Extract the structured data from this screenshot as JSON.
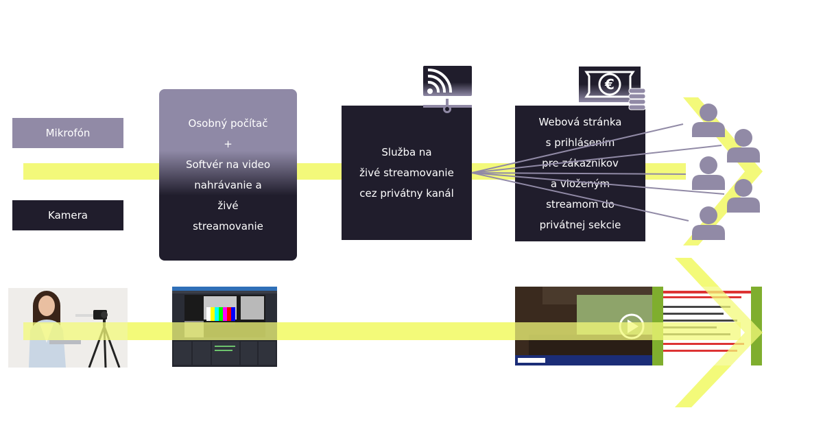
{
  "boxes": {
    "mic": "Mikrofón",
    "camera": "Kamera",
    "pc": [
      "Osobný počítač",
      "+",
      "Softvér na video",
      "nahrávanie a",
      "živé",
      "streamovanie"
    ],
    "stream": [
      "Služba na",
      "živé streamovanie",
      "cez privátny kanál"
    ],
    "web": [
      "Webová stránka",
      "s prihlásením",
      "pre zákazníkov",
      "a vloženým",
      "streamom do",
      "privátnej sekcie"
    ]
  },
  "icons": {
    "rss": "rss-feed-icon",
    "money": "euro-banknote-icon",
    "users": "user-icon"
  },
  "colors": {
    "dark_box": "#201d2c",
    "light_box": "#918aa6",
    "arrow_yellow": "#f3f97a",
    "user_gray": "#918aa6"
  }
}
